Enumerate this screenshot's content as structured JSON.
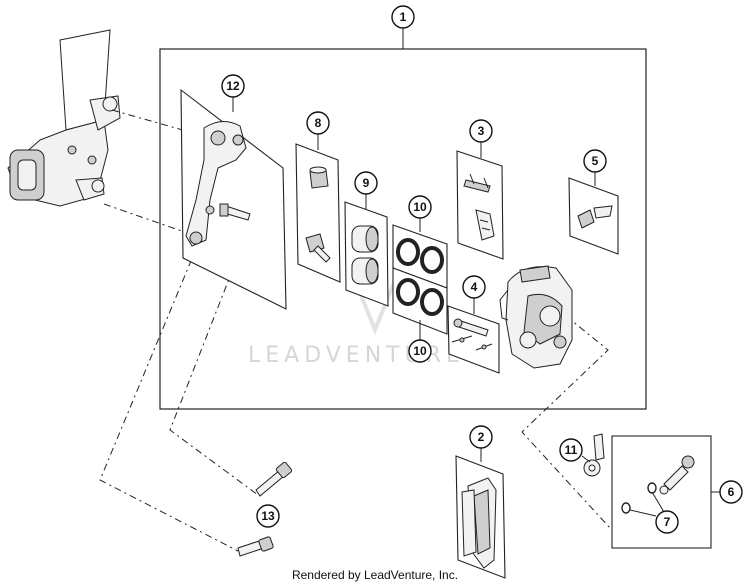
{
  "callouts": {
    "c1": "1",
    "c2": "2",
    "c3": "3",
    "c4": "4",
    "c5": "5",
    "c6": "6",
    "c7": "7",
    "c8": "8",
    "c9": "9",
    "c10a": "10",
    "c10b": "10",
    "c11": "11",
    "c12": "12",
    "c13": "13"
  },
  "watermark": "LEADVENTURE",
  "footer": "Rendered by LeadVenture, Inc."
}
